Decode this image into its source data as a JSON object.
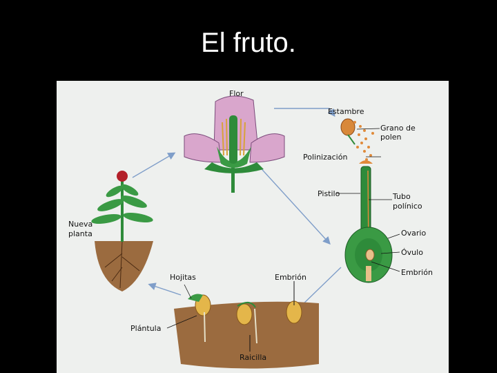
{
  "slide": {
    "title": "El fruto."
  },
  "diagram": {
    "background_color": "#eef0ee",
    "labels": {
      "flor": "Flor",
      "estambre": "Estambre",
      "grano_polen_1": "Grano de",
      "grano_polen_2": "polen",
      "polinizacion": "Polinización",
      "pistilo": "Pistilo",
      "tubo_polinico_1": "Tubo",
      "tubo_polinico_2": "polínico",
      "ovario": "Ovario",
      "ovulo": "Óvulo",
      "embrion_right": "Embrión",
      "nueva_planta_1": "Nueva",
      "nueva_planta_2": "planta",
      "hojitas": "Hojitas",
      "embrion_bottom": "Embrión",
      "plantula": "Plántula",
      "raicilla": "Raicilla"
    },
    "colors": {
      "petal": "#d9a6cc",
      "stem": "#2e8b3a",
      "soil": "#9b6b3f",
      "seed": "#e4b64a",
      "arrow": "#7f9ec9",
      "pollen": "#e08a3a"
    }
  }
}
